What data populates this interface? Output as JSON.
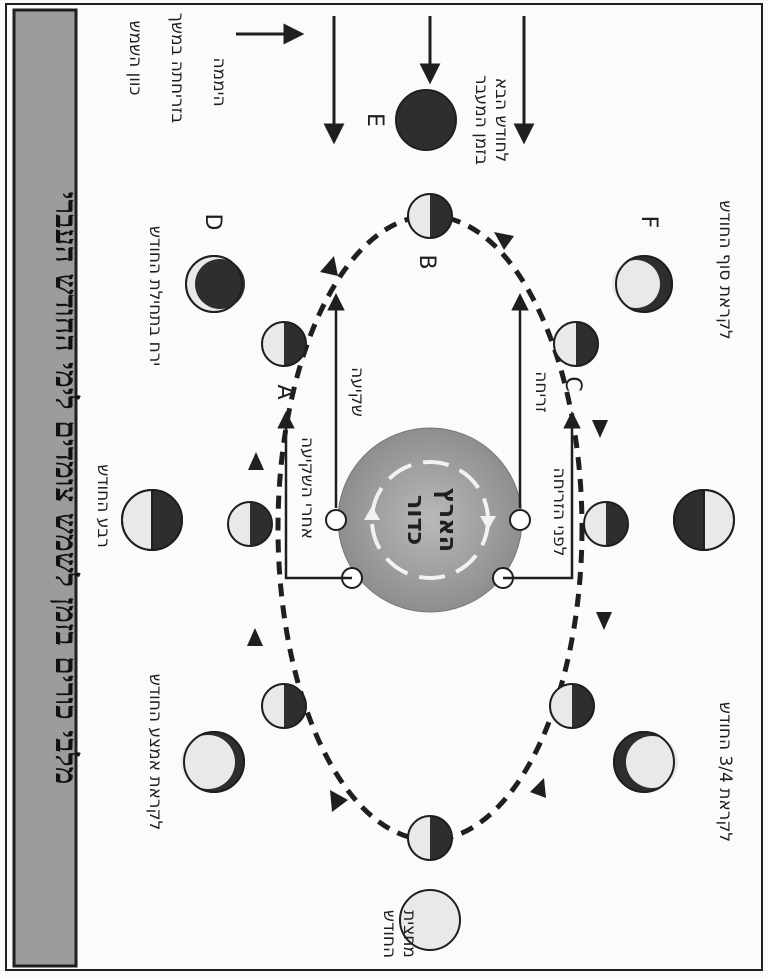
{
  "title": "מלבי כורים בזמן לשמש צומדים לימי החודש העברי",
  "center": {
    "line1": "כדור",
    "line2": "הארץ"
  },
  "sun_direction": {
    "line1": "כוון השמש",
    "line2": "בזריחתה במשך",
    "line3": "היממה"
  },
  "labels": {
    "sunset": "שקיעה",
    "sunrise": "זריחה",
    "after_sunset": "אחרי השקיעה",
    "before_sunrise": "לפני הזריחה",
    "month_start": "ירח בתחילת החודש",
    "quarter": "רבע החודש",
    "toward_mid": "לקראת אמצע החודש",
    "mid_line1": "מחצית",
    "mid_line2": "החודש",
    "month_end": "לקראת סוף החודש",
    "three_quarter": "לקראת 3/4 החודש",
    "next_line1": "בזמן המעבר",
    "next_line2": "לחודש הבא"
  },
  "letters": {
    "A": "A",
    "B": "B",
    "C": "C",
    "D": "D",
    "E": "E",
    "F": "F"
  },
  "colors": {
    "moon_dark": "#2e2e2e",
    "moon_light": "#e9e9e9",
    "earth": "#9a9a9a",
    "ink": "#1f1f1f"
  }
}
